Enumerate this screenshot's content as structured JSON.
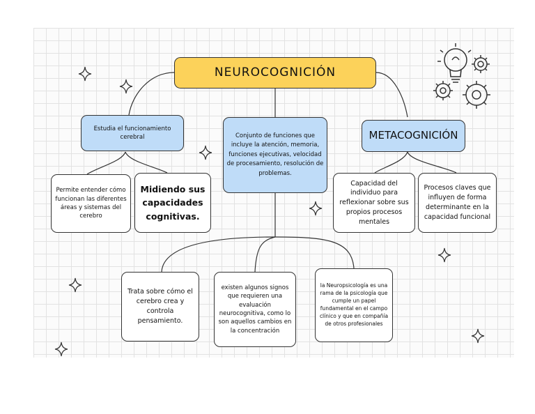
{
  "title": "NEUROCOGNICIÓN",
  "branches": {
    "left": "Estudia el funcionamiento cerebral",
    "center": "Conjunto de funciones que incluye la atención, memoria, funciones ejecutivas, velocidad de procesamiento, resolución de problemas.",
    "right": "METACOGNICIÓN"
  },
  "left_children": {
    "a": "Permite entender cómo funcionan las diferentes áreas y sistemas del cerebro",
    "b": "Midiendo sus capacidades cognitivas."
  },
  "right_children": {
    "a": "Capacidad del individuo para reflexionar sobre sus propios procesos mentales",
    "b": "Procesos claves que influyen de forma determinante en la capacidad funcional"
  },
  "center_children": {
    "a": "Trata sobre cómo el cerebro crea y controla pensamiento.",
    "b": "existen algunos signos que requieren una evaluación neurocognitiva, como lo son aquellos cambios en la concentración",
    "c": "la Neuropsicología es una rama de la psicología que cumple un papel fundamental en el campo clínico y que en compañía de otros profesionales"
  },
  "colors": {
    "title_box": "#fcd25a",
    "branch_box": "#bfdcf8",
    "grid": "#e2e2e2",
    "outline": "#333333"
  },
  "decorations": [
    "sparkle-icon",
    "lightbulb-gears-icon"
  ]
}
